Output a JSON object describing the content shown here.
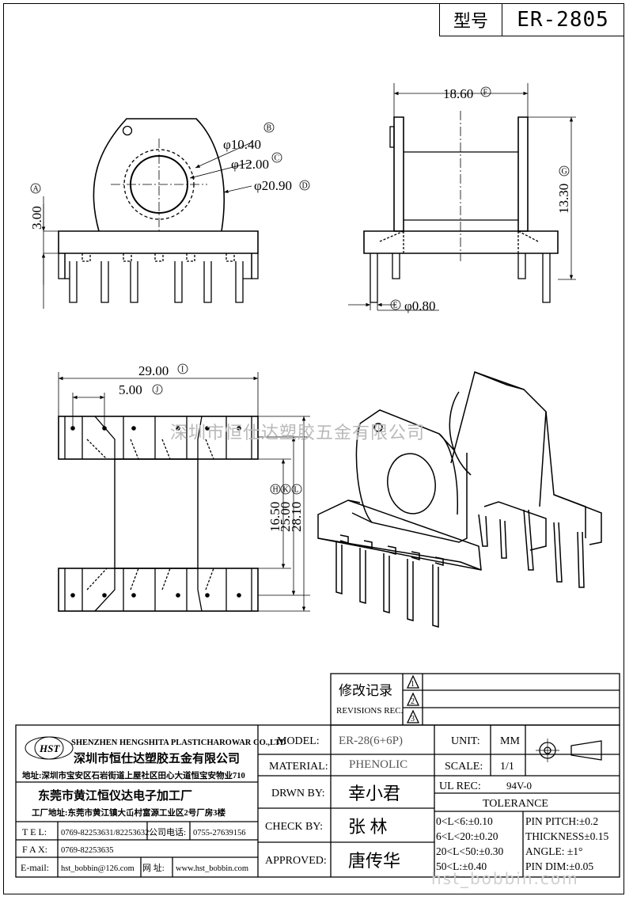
{
  "model": {
    "label": "型号",
    "value": "ER-2805"
  },
  "dimensions": {
    "f": "18.60",
    "g": "13.30",
    "a": "3.00",
    "b": "φ10.40",
    "c": "φ12.00",
    "d": "φ20.90",
    "e": "φ0.80",
    "i": "29.00",
    "j": "5.00",
    "h": "16.50",
    "k": "25.00",
    "l": "28.10"
  },
  "dim_codes": {
    "a": "A",
    "b": "B",
    "c": "C",
    "d": "D",
    "e": "E",
    "f": "F",
    "g": "G",
    "h": "H",
    "i": "I",
    "j": "J",
    "k": "K",
    "l": "L"
  },
  "watermark": "深圳市恒仕达塑胶五金有限公司",
  "watermark_url": "hst_bobbin.com",
  "revisions": {
    "title_cn": "修改记录",
    "title_en": "REVISIONS REC.",
    "marks": [
      "1",
      "2",
      "3"
    ]
  },
  "company": {
    "logo_text": "HST",
    "name_en": "SHENZHEN HENGSHITA PLASTICHAROWAR CO.,LTD",
    "name_cn": "深圳市恒仕达塑胶五金有限公司",
    "address": "地址:深圳市宝安区石岩街道上屋社区田心大道恒宝安物业710",
    "factory_name": "东莞市黄江恒仪达电子加工厂",
    "factory_address": "工厂地址:东莞市黄江镇大屲村富源工业区2号厂房3楼",
    "tel_label": "T E L:",
    "tel": "0769-82253631/82253632",
    "phone_label": "公司电话:",
    "phone": "0755-27639156",
    "fax_label": "F A X:",
    "fax": "0769-82253635",
    "email_label": "E-mail:",
    "email": "hst_bobbin@126.com",
    "web_label": "网 址:",
    "web": "www.hst_bobbin.com"
  },
  "spec": {
    "model_label": "MODEL:",
    "model_value": "ER-28(6+6P)",
    "material_label": "MATERIAL:",
    "material_value": "PHENOLIC",
    "drawn_label": "DRWN BY:",
    "drawn_value": "幸小君",
    "check_label": "CHECK BY:",
    "check_value": "张 林",
    "approved_label": "APPROVED:",
    "approved_value": "唐传华",
    "unit_label": "UNIT:",
    "unit_value": "MM",
    "scale_label": "SCALE:",
    "scale_value": "1/1",
    "ul_label": "UL REC:",
    "ul_value": "94V-0",
    "tolerance_label": "TOLERANCE",
    "tol_1": "0<L<6:±0.10",
    "tol_2": "6<L<20:±0.20",
    "tol_3": "20<L<50:±0.30",
    "tol_4": "50<L:±0.40",
    "pin_pitch": "PIN PITCH:±0.2",
    "thickness": "THICKNESS±0.15",
    "angle": "ANGLE: ±1°",
    "pin_dim": "PIN DIM:±0.05"
  }
}
